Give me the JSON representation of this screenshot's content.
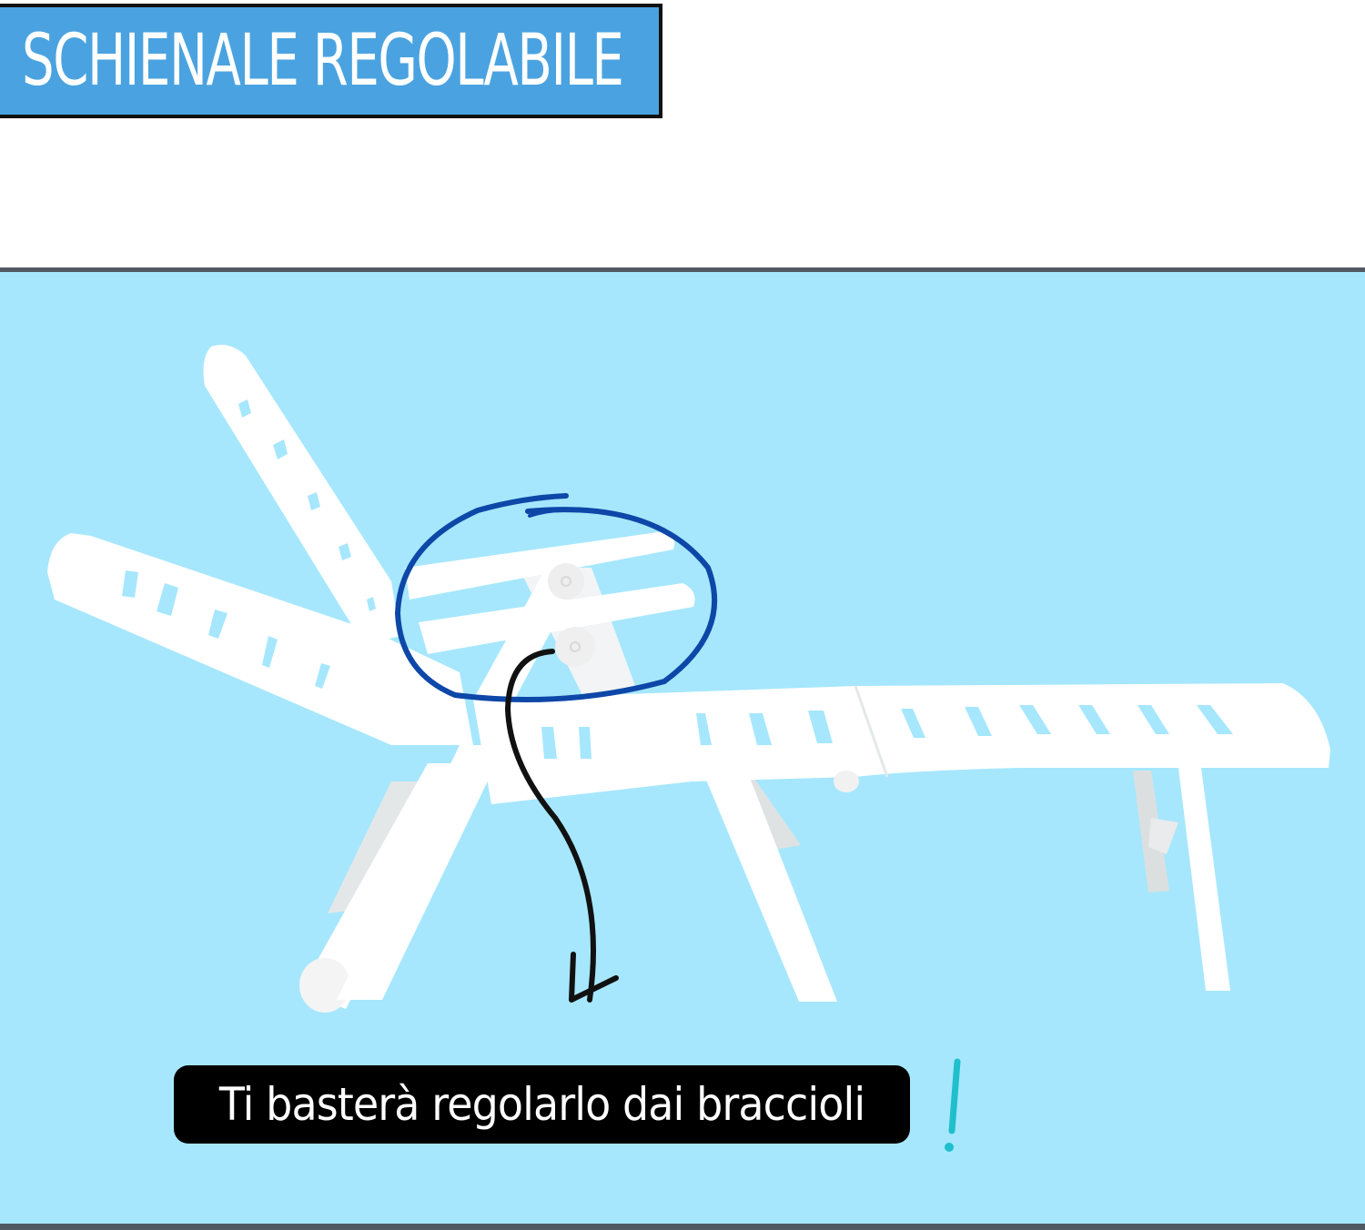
{
  "header": {
    "title": "SCHIENALE REGOLABILE",
    "banner_color": "#4aa3e0",
    "banner_border_color": "#111111"
  },
  "panel": {
    "background_color": "#a6e7fd",
    "divider_color": "#4f5a63"
  },
  "illustration": {
    "subject": "white folding sun lounger with adjustable backrest",
    "highlight_circle_color": "#0d47a8",
    "arrow_color": "#111111",
    "highlight_target": "armrest-hinges"
  },
  "caption": {
    "text": "Ti basterà regolarlo dai braccioli",
    "background_color": "#000000",
    "text_color": "#ffffff"
  },
  "accent": {
    "exclamation_icon": "exclamation-mark-icon",
    "color": "#1fbfcc"
  }
}
